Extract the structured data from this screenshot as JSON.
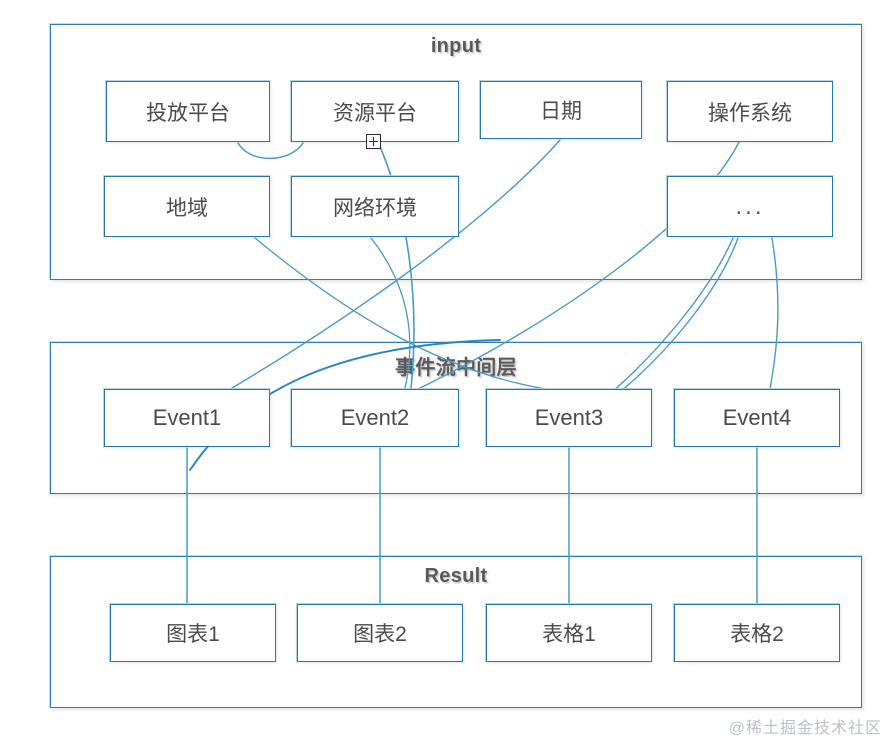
{
  "diagram": {
    "title": "input",
    "watermark": "@稀土掘金技术社区",
    "colors": {
      "node_border": "#2877a6",
      "group_border": "#2f7fae",
      "connector": "#4a9ac7",
      "title_text": "#5a5a5a",
      "node_text": "#4b4b4b",
      "watermark_text": "#b9c3cb",
      "background": "#ffffff"
    },
    "groups": [
      {
        "id": "input",
        "title": "input",
        "nodes": [
          {
            "id": "platform",
            "label": "投放平台"
          },
          {
            "id": "resource",
            "label": "资源平台"
          },
          {
            "id": "date",
            "label": "日期"
          },
          {
            "id": "os",
            "label": "操作系统"
          },
          {
            "id": "region",
            "label": "地域"
          },
          {
            "id": "network",
            "label": "网络环境"
          },
          {
            "id": "more",
            "label": "..."
          }
        ]
      },
      {
        "id": "middle",
        "title": "事件流中间层",
        "nodes": [
          {
            "id": "event1",
            "label": "Event1"
          },
          {
            "id": "event2",
            "label": "Event2"
          },
          {
            "id": "event3",
            "label": "Event3"
          },
          {
            "id": "event4",
            "label": "Event4"
          }
        ]
      },
      {
        "id": "result",
        "title": "Result",
        "nodes": [
          {
            "id": "chart1",
            "label": "图表1"
          },
          {
            "id": "chart2",
            "label": "图表2"
          },
          {
            "id": "table1",
            "label": "表格1"
          },
          {
            "id": "table2",
            "label": "表格2"
          }
        ]
      }
    ],
    "marker": {
      "name": "plus-crosshair-marker",
      "glyph": "+"
    }
  }
}
